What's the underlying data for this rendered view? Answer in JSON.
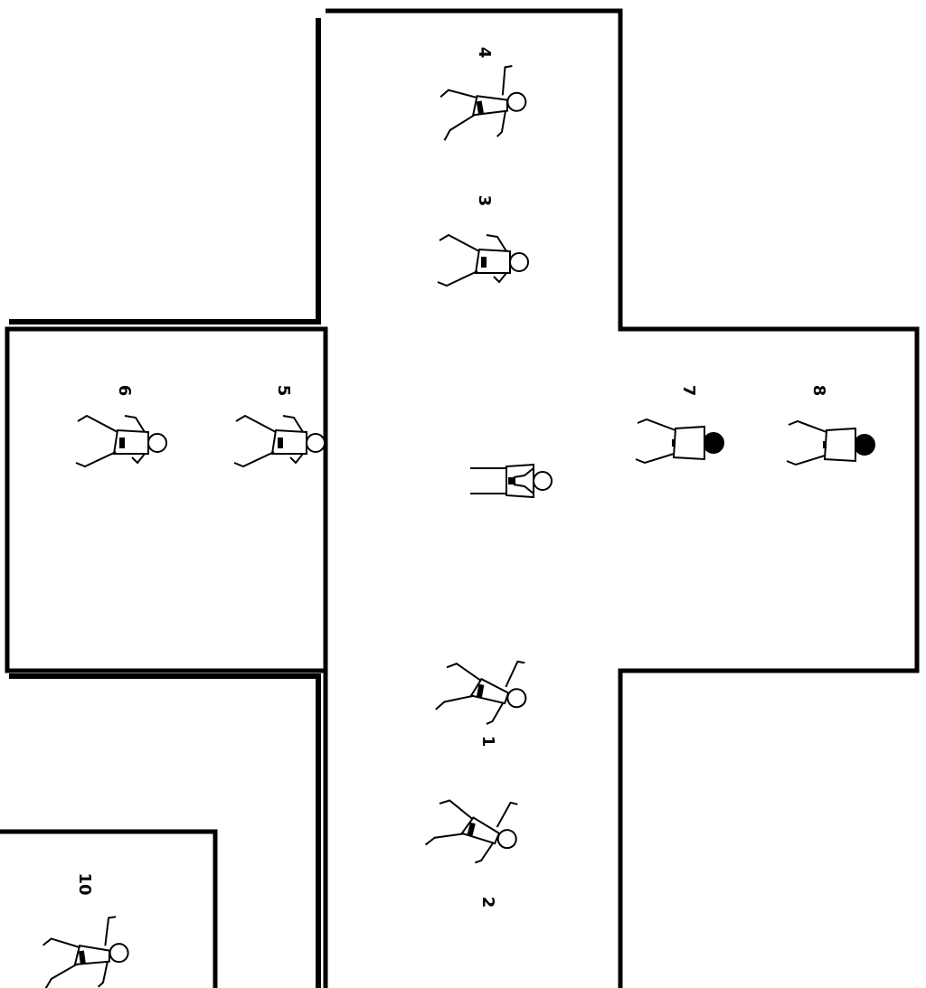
{
  "diagram": {
    "steps": [
      {
        "number": "1",
        "pose": "forward-stance-punch"
      },
      {
        "number": "2",
        "pose": "forward-stance-punch"
      },
      {
        "number": "3",
        "pose": "back-stance-block"
      },
      {
        "number": "4",
        "pose": "forward-stance-punch"
      },
      {
        "number": "5",
        "pose": "stance-block"
      },
      {
        "number": "6",
        "pose": "stance-block"
      },
      {
        "number": "7",
        "pose": "stance-back-view"
      },
      {
        "number": "8",
        "pose": "stance-back-view"
      },
      {
        "number": "",
        "pose": "ready-stance"
      },
      {
        "number": "10",
        "pose": "forward-stance-punch"
      }
    ],
    "colors": {
      "line": "#000000",
      "background": "#ffffff"
    }
  }
}
